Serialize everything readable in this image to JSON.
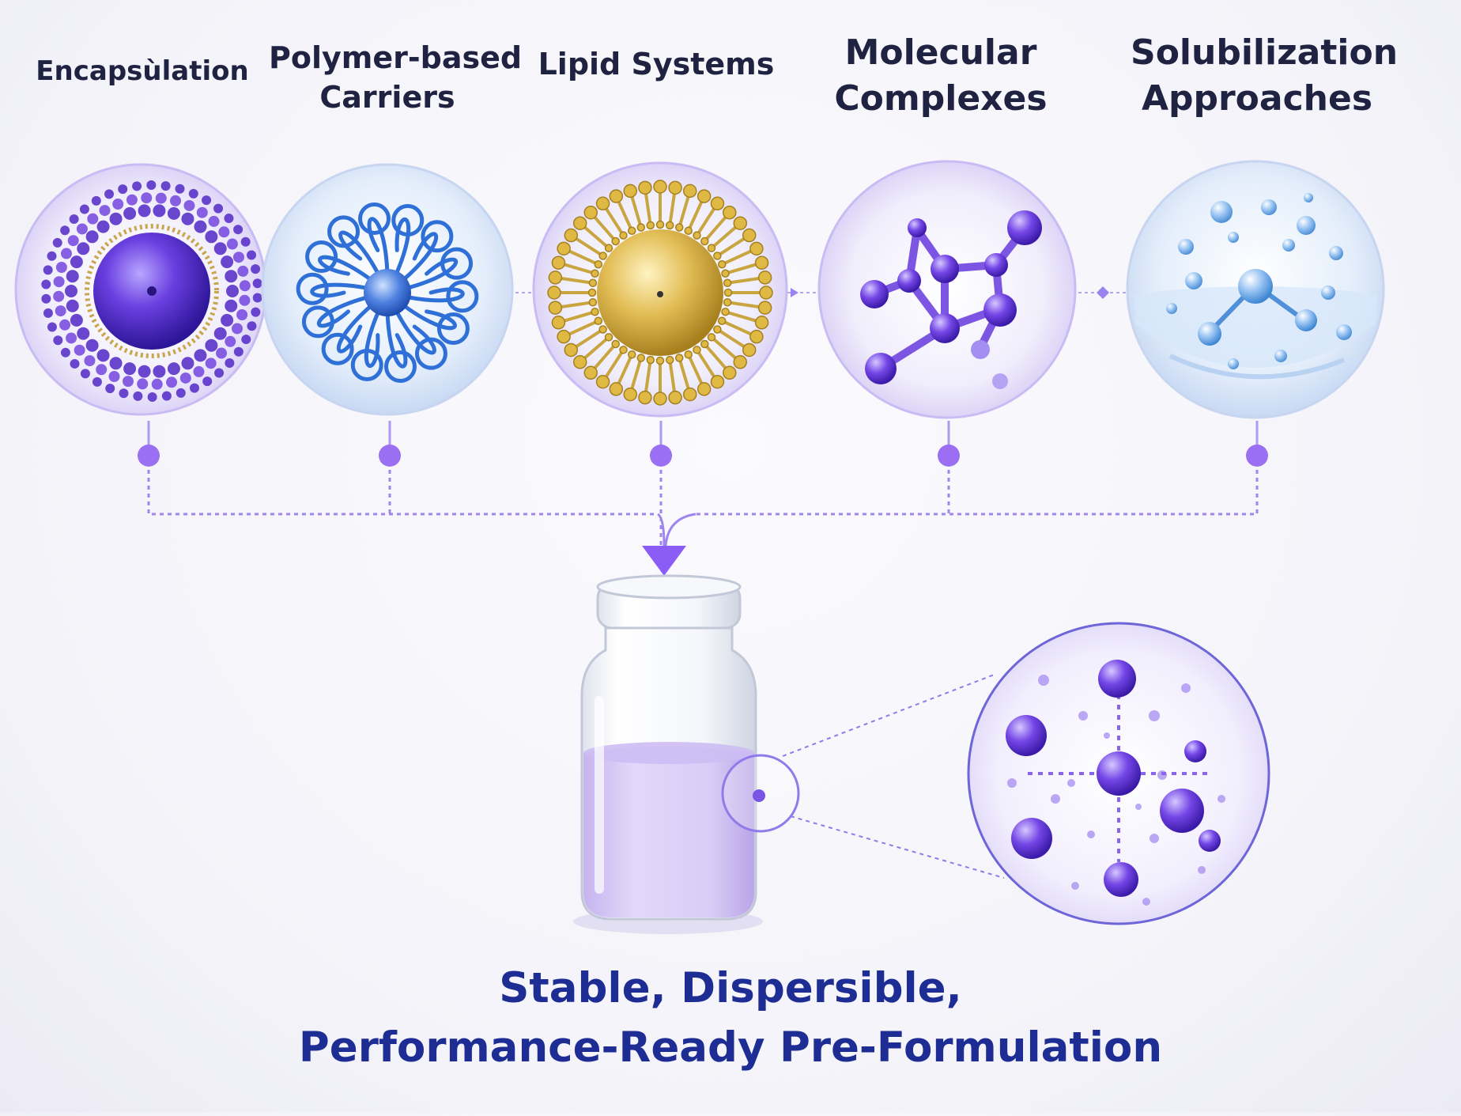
{
  "approaches": [
    {
      "id": "encapsulation",
      "label": [
        "Encapsùlation"
      ],
      "icon": "encapsulation-particle-icon"
    },
    {
      "id": "polymer",
      "label": [
        "Polymer-based",
        "Carriers"
      ],
      "icon": "polymer-micelle-icon"
    },
    {
      "id": "lipid",
      "label": [
        "Lipid Systems"
      ],
      "icon": "liposome-icon"
    },
    {
      "id": "molecular",
      "label": [
        "Molecular",
        "Complexes"
      ],
      "icon": "molecule-complex-icon"
    },
    {
      "id": "solubilization",
      "label": [
        "Solubilization",
        "Approaches"
      ],
      "icon": "solubilization-droplets-icon"
    }
  ],
  "result": {
    "caption": [
      "Stable, Dispersible,",
      "Performance-Ready Pre-Formulation"
    ],
    "vial_icon": "vial-icon",
    "zoom_icon": "dispersion-zoom-icon"
  },
  "colors": {
    "accent": "#8b5cf6",
    "caption": "#1e2d94",
    "label": "#1f2240",
    "liquid": "#d7c8f3"
  }
}
